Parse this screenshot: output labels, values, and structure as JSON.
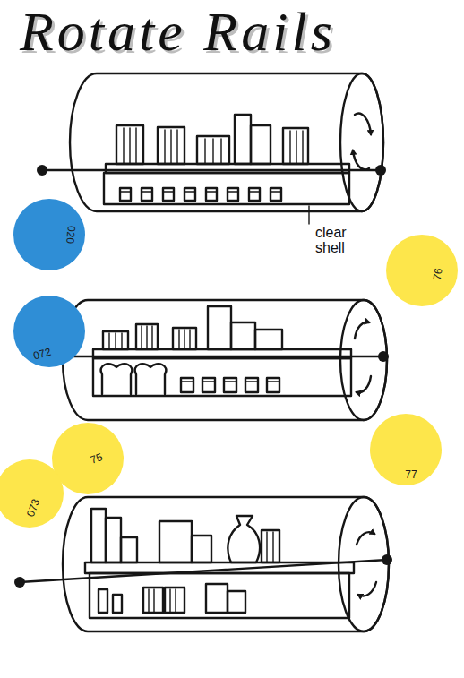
{
  "diagram": {
    "title": "Rotate Rails",
    "nodes": [
      {
        "text": [
          "020"
        ]
      },
      {
        "text": [
          "76"
        ]
      },
      {
        "text": [
          "072"
        ]
      },
      {
        "text": [
          "77"
        ]
      },
      {
        "text": [
          "75"
        ]
      },
      {
        "text": [
          "073"
        ]
      }
    ],
    "labels": [
      "clear shell"
    ]
  }
}
